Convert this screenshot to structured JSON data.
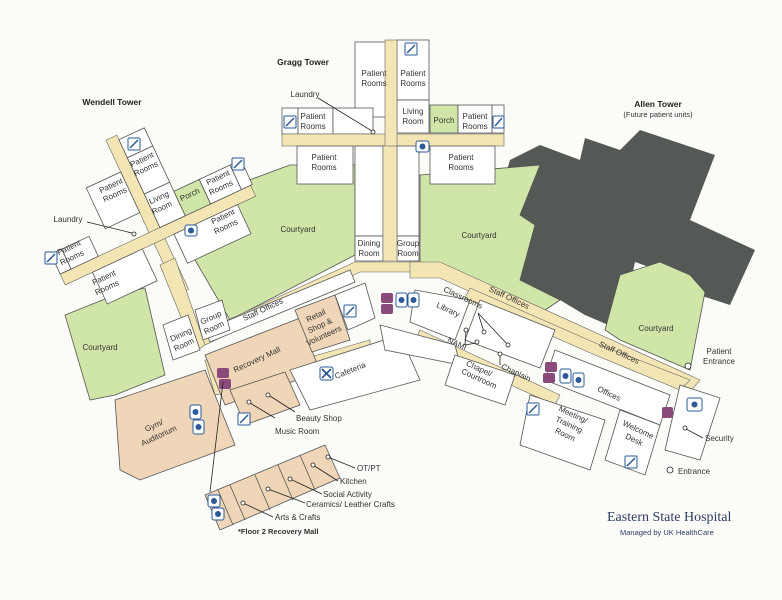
{
  "map": {
    "title": "Eastern State Hospital",
    "subtitle": "Managed by UK HealthCare",
    "colors": {
      "hallway": "#f4e6b4",
      "courtyard": "#cfe6a8",
      "recovery_mall": "#f0d6b8",
      "future_tower": "#545956",
      "elevator": "#8a4a7a",
      "restroom": "#2a5a9a",
      "brand": "#2c3e68"
    },
    "towers": {
      "gragg": {
        "name": "Gragg Tower"
      },
      "wendell": {
        "name": "Wendell Tower"
      },
      "allen": {
        "name": "Allen Tower",
        "note": "(Future patient units)"
      }
    },
    "rooms": {
      "patient_rooms": "Patient Rooms",
      "patient": "Patient",
      "rooms": "Rooms",
      "laundry": "Laundry",
      "living": "Living",
      "room": "Room",
      "porch": "Porch",
      "courtyard": "Courtyard",
      "dining": "Dining",
      "group": "Group",
      "staff_offices": "Staff Offices",
      "retail1": "Retail",
      "retail2": "Shop &",
      "retail3": "Volunteers",
      "recovery_mall": "Recovery Mall",
      "cafeteria": "Cafeteria",
      "library": "Library",
      "classrooms": "Classrooms",
      "nami": "NAMI",
      "chaplain": "Chaplain",
      "chapel1": "Chapel/",
      "chapel2": "Courtroom",
      "offices": "Offices",
      "meeting1": "Meeting/",
      "meeting2": "Training",
      "meeting3": "Room",
      "welcome1": "Welcome",
      "welcome2": "Desk",
      "gym1": "Gym/",
      "gym2": "Auditorium",
      "beauty_shop": "Beauty Shop",
      "music_room": "Music Room",
      "patient_entrance1": "Patient",
      "patient_entrance2": "Entrance",
      "security": "Security",
      "entrance": "Entrance"
    },
    "floor2": {
      "title": "*Floor 2 Recovery Mall",
      "rooms": [
        "OT/PT",
        "Kitchen",
        "Social Activity",
        "Ceramics/ Leather Crafts",
        "Arts & Crafts"
      ]
    },
    "icons": {
      "stairs": "stairs-icon",
      "elevator": "elevator-icon",
      "restroom": "restroom-icon",
      "cafeteria": "fork-knife-icon"
    }
  }
}
